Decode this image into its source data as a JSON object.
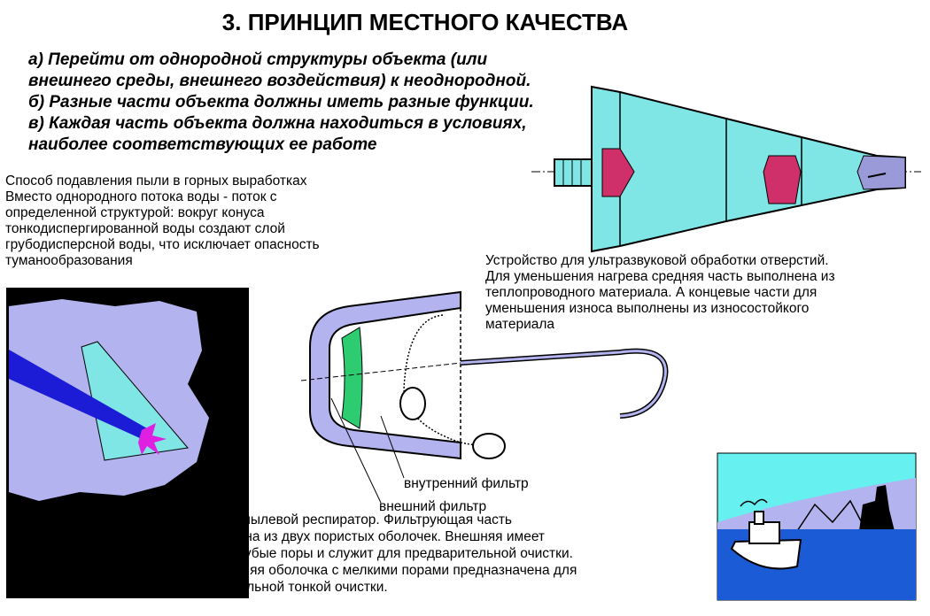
{
  "title": "3. ПРИНЦИП МЕСТНОГО КАЧЕСТВА",
  "principles": [
    "а) Перейти от однородной структуры объекта (или",
    "внешнего среды, внешнего воздействия) к неоднородной.",
    "б) Разные части объекта должны иметь разные функции.",
    "в) Каждая часть объекта должна находиться в условиях,",
    "наиболее соответствующих ее работе"
  ],
  "dust_text": [
    "Способ подавления пыли в горных выработках",
    "Вместо однородного потока воды - поток с",
    "определенной структурой: вокруг конуса",
    "тонкодиспергированной воды создают слой",
    "грубодисперсной воды, что исключает опасность",
    "туманообразования"
  ],
  "ultrasonic_text": [
    "Устройство для ультразвуковой обработки отверстий.",
    "Для уменьшения нагрева средняя часть выполнена из",
    "теплопроводного материала. А концевые части для",
    "уменьшения износа выполнены из износостойкого",
    "материала"
  ],
  "respirator_labels": {
    "inner_filter": "внутренний фильтр",
    "outer_filter": "внешний фильтр"
  },
  "respirator_text": [
    "Противопылевой респиратор. Фильтрующая часть",
    "выполнена из двух пористых оболочек. Внешняя имеет",
    "более грубые поры и служит для предварительной очистки.",
    "Внутренняя оболочка с мелкими порами предназначена для",
    "окончательной тонкой очистки."
  ],
  "colors": {
    "cyan": "#7fe5e5",
    "lavender": "#b3b3f0",
    "magenta": "#d0306a",
    "green": "#2ecc71",
    "blue": "#1c1cd6",
    "sea": "#1c5bd6",
    "sky": "#66f0f0",
    "dark": "#000000"
  }
}
